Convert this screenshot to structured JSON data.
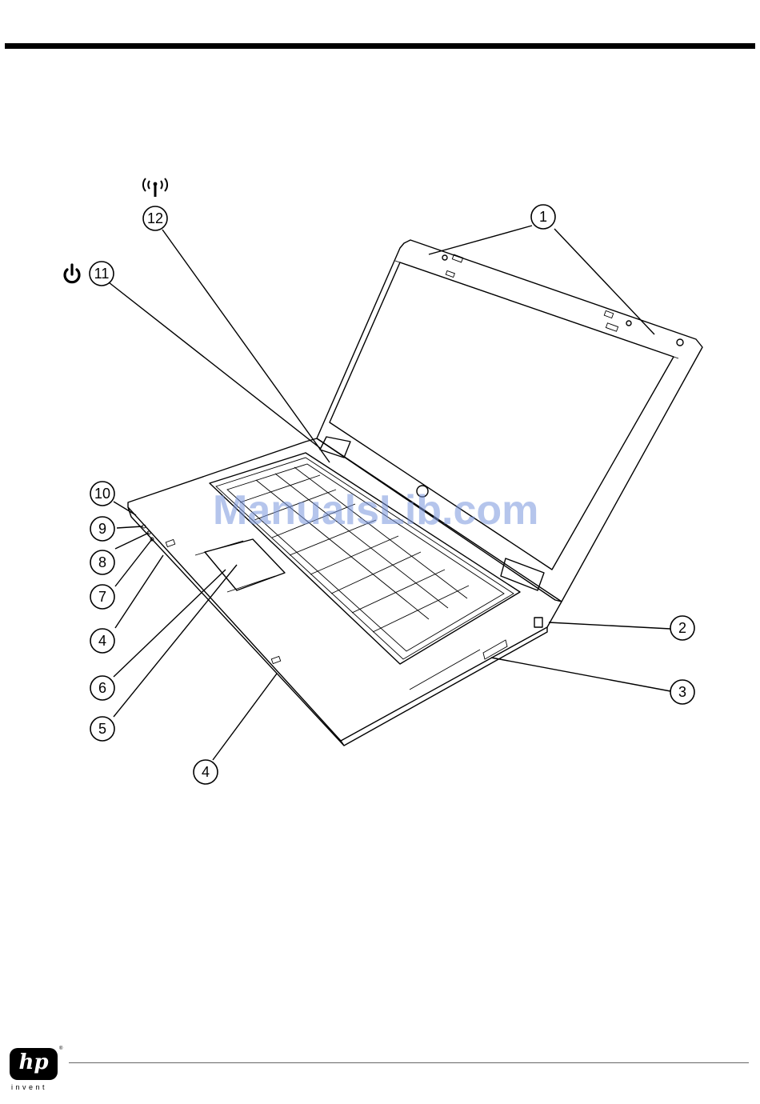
{
  "callouts": {
    "c1": "1",
    "c2": "2",
    "c3": "3",
    "c4a": "4",
    "c4b": "4",
    "c5": "5",
    "c6": "6",
    "c7": "7",
    "c8": "8",
    "c9": "9",
    "c10": "10",
    "c11": "11",
    "c12": "12"
  },
  "icons": {
    "power": "power-icon",
    "wireless": "wireless-antenna-icon"
  },
  "watermark": "ManualsLib.com",
  "logo": {
    "brand": "hp",
    "registered": "®",
    "tagline": "invent"
  }
}
